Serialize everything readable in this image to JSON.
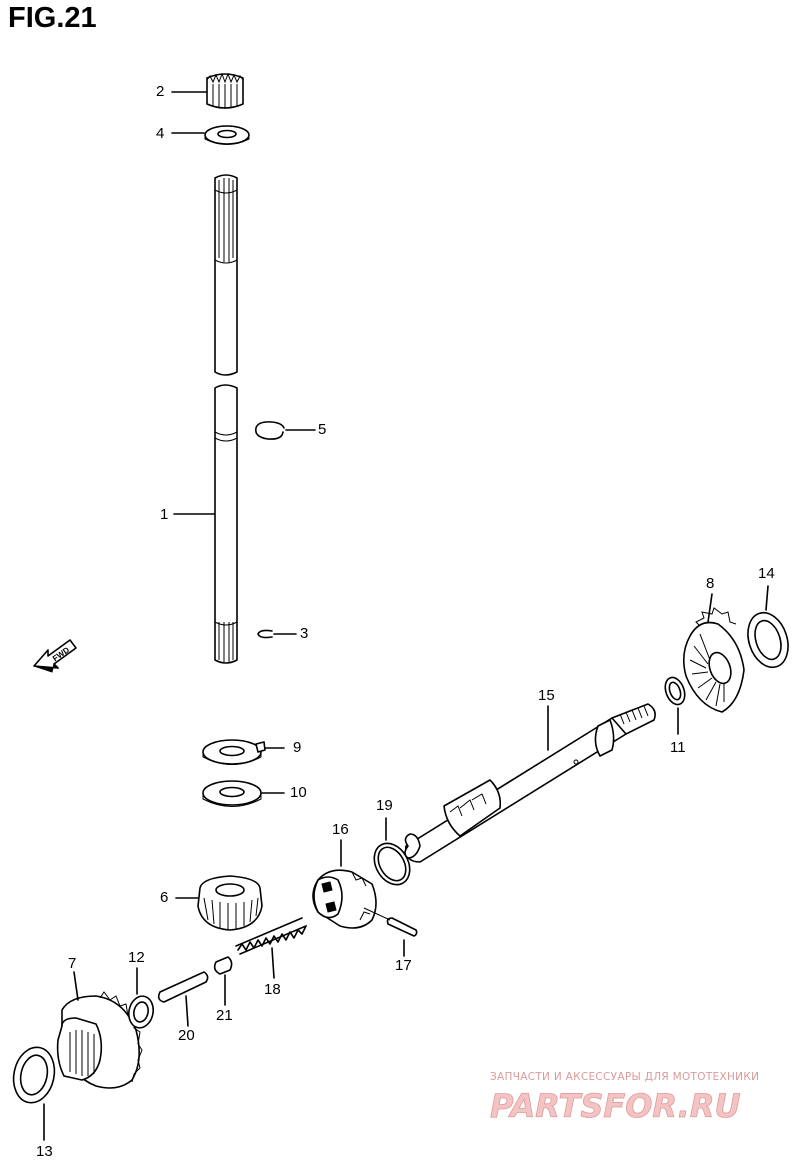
{
  "figure": {
    "title": "FIG.21"
  },
  "callouts": {
    "p1": "1",
    "p2": "2",
    "p3": "3",
    "p4": "4",
    "p5": "5",
    "p6": "6",
    "p7": "7",
    "p8": "8",
    "p9": "9",
    "p10": "10",
    "p11": "11",
    "p12": "12",
    "p13": "13",
    "p14": "14",
    "p15": "15",
    "p16": "16",
    "p17": "17",
    "p18": "18",
    "p19": "19",
    "p20": "20",
    "p21": "21"
  },
  "direction_marker": {
    "label": "FWD",
    "icon": "forward-arrow-icon"
  },
  "watermark": {
    "tagline": "ЗАПЧАСТИ И АКСЕССУАРЫ ДЛЯ МОТОТЕХНИКИ",
    "logo": "PARTSFOR.RU",
    "color": "#e39a9a"
  }
}
